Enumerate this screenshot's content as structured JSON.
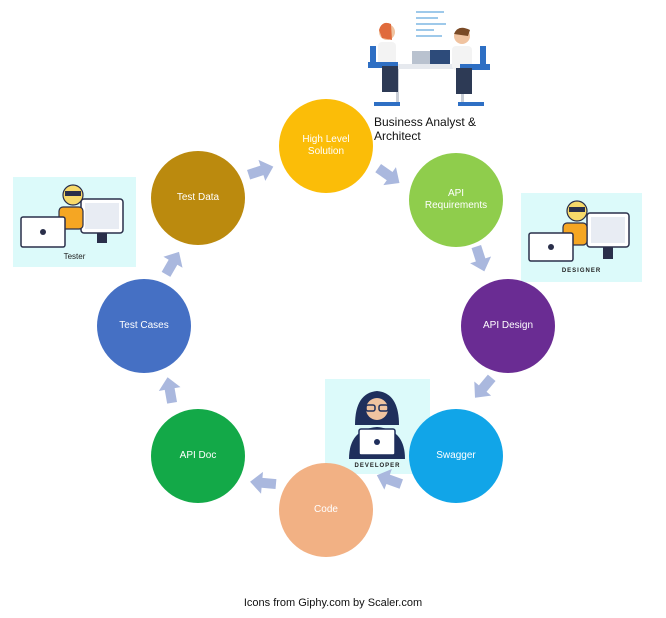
{
  "nodes": [
    {
      "id": "high-level-solution",
      "label": "High Level Solution",
      "color": "#fbbd08"
    },
    {
      "id": "api-requirements",
      "label": "API Requirements",
      "color": "#8fcd4c"
    },
    {
      "id": "api-design",
      "label": "API Design",
      "color": "#6a2c93"
    },
    {
      "id": "swagger",
      "label": "Swagger",
      "color": "#11a5e8"
    },
    {
      "id": "code",
      "label": "Code",
      "color": "#f2b184"
    },
    {
      "id": "api-doc",
      "label": "API Doc",
      "color": "#13a948"
    },
    {
      "id": "test-cases",
      "label": "Test Cases",
      "color": "#4570c4"
    },
    {
      "id": "test-data",
      "label": "Test Data",
      "color": "#bb8a0e"
    }
  ],
  "roles": {
    "business_analyst": "Business Analyst & Architect",
    "tester": "Tester",
    "designer": "DESIGNER",
    "developer": "DEVELOPER"
  },
  "arrow_color": "#aab8de",
  "footer": "Icons from Giphy.com by Scaler.com"
}
